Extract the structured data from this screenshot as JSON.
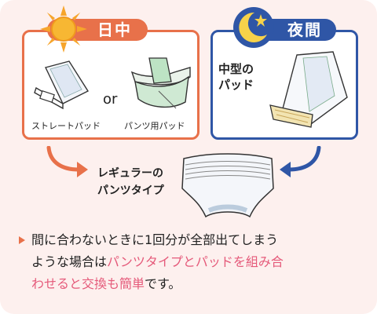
{
  "day": {
    "label": "日中",
    "option_left": "ストレートパッド",
    "option_separator": "or",
    "option_right": "パンツ用パッド"
  },
  "night": {
    "label": "夜間",
    "item_line1": "中型の",
    "item_line2": "パッド"
  },
  "regular": {
    "line1": "レギュラーの",
    "line2": "パンツタイプ"
  },
  "note": {
    "line1": "間に合わないときに1回分が全部出てしまう",
    "line2_a": "ような場合は",
    "line2_b": "パンツタイプとパッドを組み合",
    "line3_a": "わせると交換も簡単",
    "line3_b": "です。"
  },
  "colors": {
    "day_accent": "#e8714a",
    "night_accent": "#2f56a6",
    "highlight": "#e55a7a",
    "background": "#fdf0ee"
  },
  "icons": {
    "day": "sun-icon",
    "night": "moon-star-icon"
  }
}
